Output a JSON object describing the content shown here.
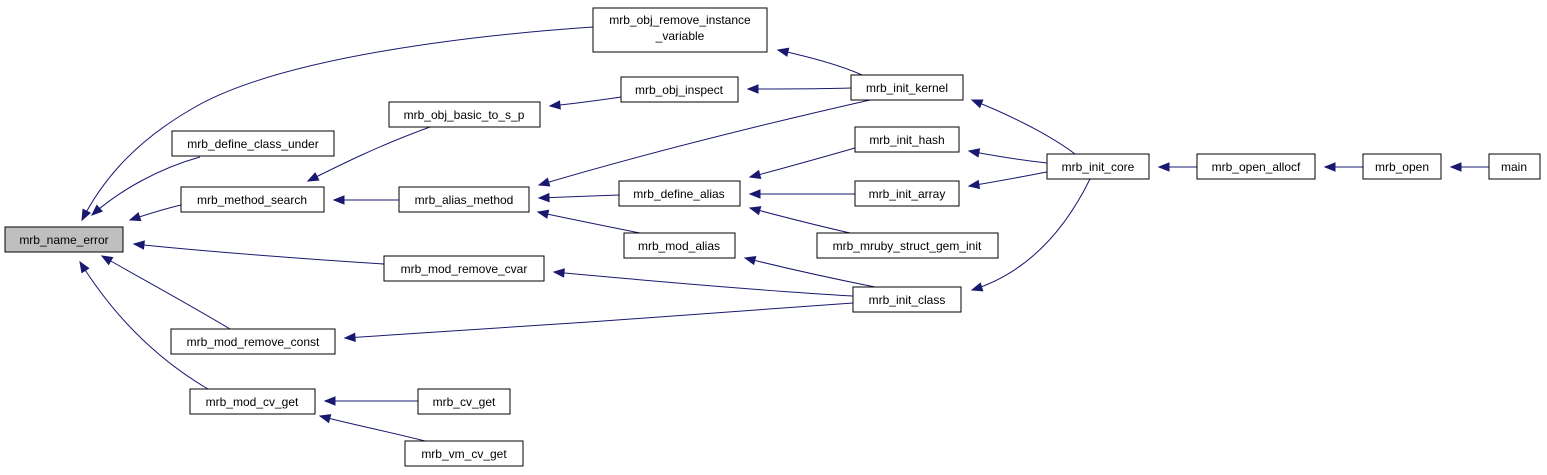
{
  "colors": {
    "edge": "#191970",
    "root_fill": "#bfbfbf",
    "node_fill": "#ffffff",
    "node_stroke": "#000000"
  },
  "nodes": {
    "name_error": [
      "mrb_name_error"
    ],
    "remove_iv": [
      "mrb_obj_remove_instance",
      "_variable"
    ],
    "define_class_under": [
      "mrb_define_class_under"
    ],
    "method_search": [
      "mrb_method_search"
    ],
    "obj_basic_to_s_p": [
      "mrb_obj_basic_to_s_p"
    ],
    "obj_inspect": [
      "mrb_obj_inspect"
    ],
    "alias_method": [
      "mrb_alias_method"
    ],
    "define_alias": [
      "mrb_define_alias"
    ],
    "mod_alias": [
      "mrb_mod_alias"
    ],
    "mod_remove_cvar": [
      "mrb_mod_remove_cvar"
    ],
    "mod_remove_const": [
      "mrb_mod_remove_const"
    ],
    "mod_cv_get": [
      "mrb_mod_cv_get"
    ],
    "cv_get": [
      "mrb_cv_get"
    ],
    "vm_cv_get": [
      "mrb_vm_cv_get"
    ],
    "init_kernel": [
      "mrb_init_kernel"
    ],
    "init_hash": [
      "mrb_init_hash"
    ],
    "init_array": [
      "mrb_init_array"
    ],
    "struct_gem_init": [
      "mrb_mruby_struct_gem_init"
    ],
    "init_class": [
      "mrb_init_class"
    ],
    "init_core": [
      "mrb_init_core"
    ],
    "open_allocf": [
      "mrb_open_allocf"
    ],
    "open": [
      "mrb_open"
    ],
    "main": [
      "main"
    ]
  },
  "edges": [
    [
      "remove_iv",
      "name_error"
    ],
    [
      "define_class_under",
      "name_error"
    ],
    [
      "method_search",
      "name_error"
    ],
    [
      "mod_remove_cvar",
      "name_error"
    ],
    [
      "mod_remove_const",
      "name_error"
    ],
    [
      "mod_cv_get",
      "name_error"
    ],
    [
      "obj_basic_to_s_p",
      "method_search"
    ],
    [
      "alias_method",
      "method_search"
    ],
    [
      "obj_inspect",
      "obj_basic_to_s_p"
    ],
    [
      "init_kernel",
      "obj_inspect"
    ],
    [
      "init_kernel",
      "remove_iv"
    ],
    [
      "init_kernel",
      "alias_method"
    ],
    [
      "define_alias",
      "alias_method"
    ],
    [
      "mod_alias",
      "alias_method"
    ],
    [
      "init_hash",
      "define_alias"
    ],
    [
      "init_array",
      "define_alias"
    ],
    [
      "struct_gem_init",
      "define_alias"
    ],
    [
      "init_class",
      "mod_alias"
    ],
    [
      "init_class",
      "mod_remove_cvar"
    ],
    [
      "init_class",
      "mod_remove_const"
    ],
    [
      "cv_get",
      "mod_cv_get"
    ],
    [
      "vm_cv_get",
      "mod_cv_get"
    ],
    [
      "init_core",
      "init_kernel"
    ],
    [
      "init_core",
      "init_hash"
    ],
    [
      "init_core",
      "init_array"
    ],
    [
      "init_core",
      "init_class"
    ],
    [
      "open_allocf",
      "init_core"
    ],
    [
      "open",
      "open_allocf"
    ],
    [
      "main",
      "open"
    ]
  ]
}
